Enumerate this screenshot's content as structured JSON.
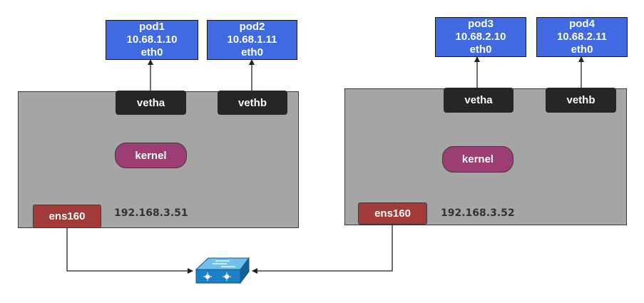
{
  "hosts": [
    {
      "ip": "192.168.3.51",
      "pods": [
        {
          "name": "pod1",
          "ip": "10.68.1.10",
          "iface": "eth0"
        },
        {
          "name": "pod2",
          "ip": "10.68.1.11",
          "iface": "eth0"
        }
      ],
      "veth_a": "vetha",
      "veth_b": "vethb",
      "kernel": "kernel",
      "nic": "ens160"
    },
    {
      "ip": "192.168.3.52",
      "pods": [
        {
          "name": "pod3",
          "ip": "10.68.2.10",
          "iface": "eth0"
        },
        {
          "name": "pod4",
          "ip": "10.68.2.11",
          "iface": "eth0"
        }
      ],
      "veth_a": "vetha",
      "veth_b": "vethb",
      "kernel": "kernel",
      "nic": "ens160"
    }
  ],
  "switch": {
    "icon": "network-switch-icon",
    "color": "#1f7fc4"
  },
  "colors": {
    "pod": "#4169e1",
    "veth": "#262626",
    "kernel": "#9c3d74",
    "nic": "#a33a3a",
    "host": "#a5a5a5"
  }
}
